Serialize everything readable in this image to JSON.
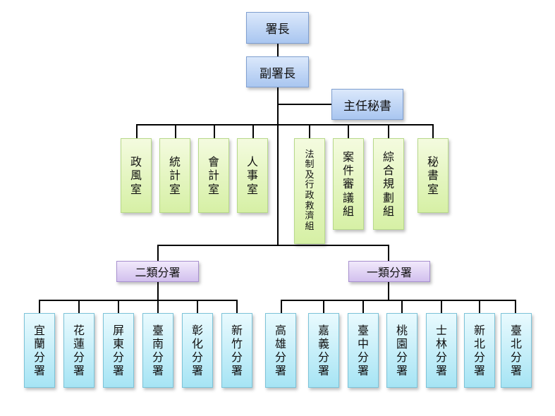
{
  "nodes": {
    "director": "署長",
    "deputy": "副署長",
    "secretary_general": "主任秘書",
    "staff_units": [
      "政風室",
      "統計室",
      "會計室",
      "人事室",
      "法制及行政救濟組",
      "案件審議組",
      "綜合規劃組",
      "秘書室"
    ],
    "class2_header": "二類分署",
    "class1_header": "一類分署",
    "class2_branches": [
      "宜蘭分署",
      "花蓮分署",
      "屏東分署",
      "臺南分署",
      "彰化分署",
      "新竹分署"
    ],
    "class1_branches": [
      "高雄分署",
      "嘉義分署",
      "臺中分署",
      "桃園分署",
      "士林分署",
      "新北分署",
      "臺北分署"
    ]
  },
  "colors": {
    "top": "#a9c6f0",
    "header": "#d2c0ee",
    "staff": "#d6f0a5",
    "branch": "#a6e4f4"
  }
}
